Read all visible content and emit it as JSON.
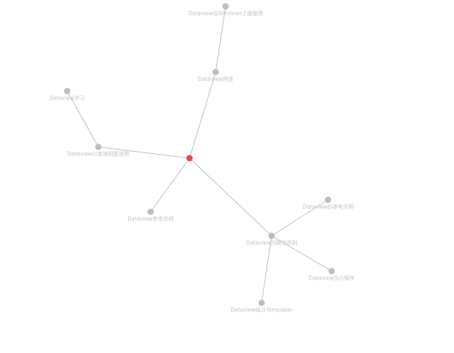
{
  "graph": {
    "colors": {
      "edge": "#bdbdbd",
      "node": "#bdbdbd",
      "root_node": "#e14b43",
      "label": "#c2c2c2"
    },
    "nodes": [
      {
        "id": "root",
        "label": "",
        "root": true
      },
      {
        "id": "n1",
        "label": "Dataview在Windows上面使用"
      },
      {
        "id": "n2",
        "label": "Dataview用途"
      },
      {
        "id": "n3",
        "label": "Dataview学习"
      },
      {
        "id": "n4",
        "label": "Dataview以查询例题说明"
      },
      {
        "id": "n5",
        "label": "Dataview参考示例"
      },
      {
        "id": "n6",
        "label": "DataviewJS模块示例"
      },
      {
        "id": "n7",
        "label": "DataviewJS参考示例"
      },
      {
        "id": "n8",
        "label": "DataviewJS小程序"
      },
      {
        "id": "n9",
        "label": "Dataview组合Templater"
      }
    ],
    "edges": [
      [
        "root",
        "n2"
      ],
      [
        "n2",
        "n1"
      ],
      [
        "root",
        "n4"
      ],
      [
        "n4",
        "n3"
      ],
      [
        "root",
        "n5"
      ],
      [
        "root",
        "n6"
      ],
      [
        "n6",
        "n7"
      ],
      [
        "n6",
        "n8"
      ],
      [
        "n6",
        "n9"
      ]
    ]
  }
}
